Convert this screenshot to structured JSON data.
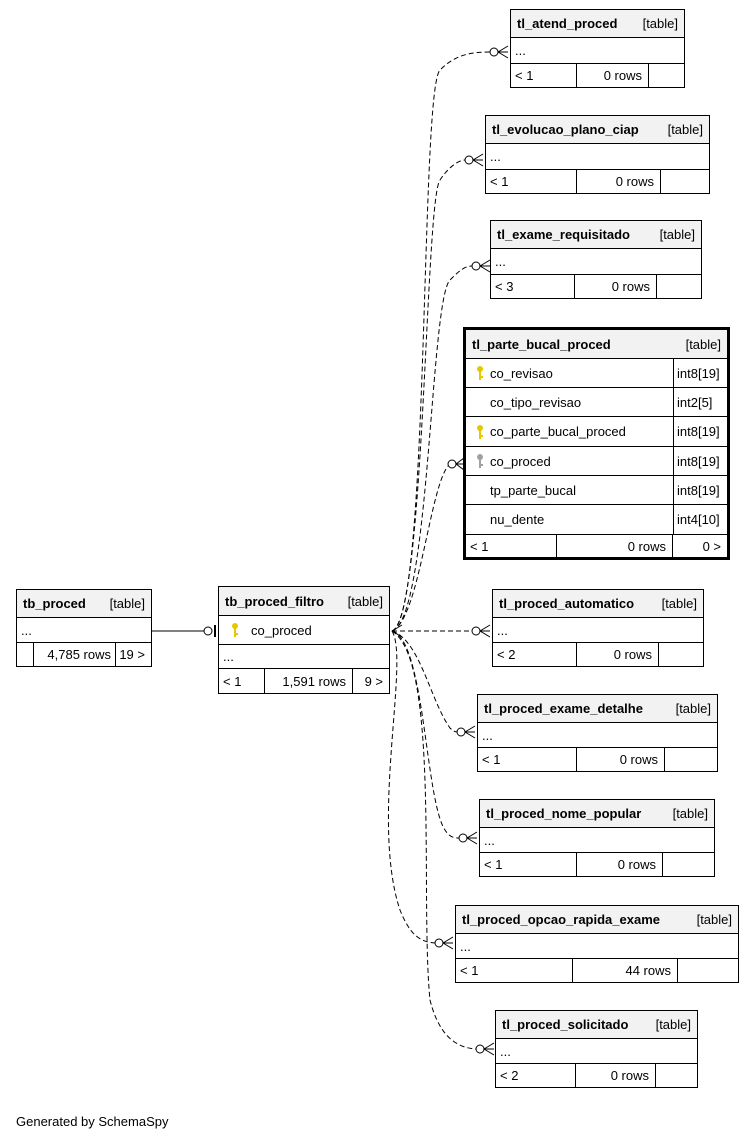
{
  "tables": {
    "tl_atend_proced": {
      "name": "tl_atend_proced",
      "kind": "[table]",
      "ellipsis": "...",
      "parents": "< 1",
      "rows": "0 rows"
    },
    "tl_evolucao_plano_ciap": {
      "name": "tl_evolucao_plano_ciap",
      "kind": "[table]",
      "ellipsis": "...",
      "parents": "< 1",
      "rows": "0 rows"
    },
    "tl_exame_requisitado": {
      "name": "tl_exame_requisitado",
      "kind": "[table]",
      "ellipsis": "...",
      "parents": "< 3",
      "rows": "0 rows"
    },
    "tl_parte_bucal_proced": {
      "name": "tl_parte_bucal_proced",
      "kind": "[table]",
      "columns": [
        {
          "name": "co_revisao",
          "type": "int8[19]",
          "key": "primary"
        },
        {
          "name": "co_tipo_revisao",
          "type": "int2[5]",
          "key": ""
        },
        {
          "name": "co_parte_bucal_proced",
          "type": "int8[19]",
          "key": "primary"
        },
        {
          "name": "co_proced",
          "type": "int8[19]",
          "key": "foreign"
        },
        {
          "name": "tp_parte_bucal",
          "type": "int8[19]",
          "key": ""
        },
        {
          "name": "nu_dente",
          "type": "int4[10]",
          "key": ""
        }
      ],
      "parents": "< 1",
      "rows": "0 rows",
      "children": "0 >"
    },
    "tb_proced": {
      "name": "tb_proced",
      "kind": "[table]",
      "ellipsis": "...",
      "rows": "4,785 rows",
      "children": "19 >"
    },
    "tb_proced_filtro": {
      "name": "tb_proced_filtro",
      "kind": "[table]",
      "column": "co_proced",
      "ellipsis": "...",
      "parents": "< 1",
      "rows": "1,591 rows",
      "children": "9 >"
    },
    "tl_proced_automatico": {
      "name": "tl_proced_automatico",
      "kind": "[table]",
      "ellipsis": "...",
      "parents": "< 2",
      "rows": "0 rows"
    },
    "tl_proced_exame_detalhe": {
      "name": "tl_proced_exame_detalhe",
      "kind": "[table]",
      "ellipsis": "...",
      "parents": "< 1",
      "rows": "0 rows"
    },
    "tl_proced_nome_popular": {
      "name": "tl_proced_nome_popular",
      "kind": "[table]",
      "ellipsis": "...",
      "parents": "< 1",
      "rows": "0 rows"
    },
    "tl_proced_opcao_rapida_exame": {
      "name": "tl_proced_opcao_rapida_exame",
      "kind": "[table]",
      "ellipsis": "...",
      "parents": "< 1",
      "rows": "44 rows"
    },
    "tl_proced_solicitado": {
      "name": "tl_proced_solicitado",
      "kind": "[table]",
      "ellipsis": "...",
      "parents": "< 2",
      "rows": "0 rows"
    }
  },
  "footer": {
    "generated": "Generated by SchemaSpy"
  },
  "colors": {
    "primary_key": "#e6c800",
    "foreign_key": "#a0a0a0",
    "header_bg": "#f2f2f2",
    "line": "#000000"
  }
}
